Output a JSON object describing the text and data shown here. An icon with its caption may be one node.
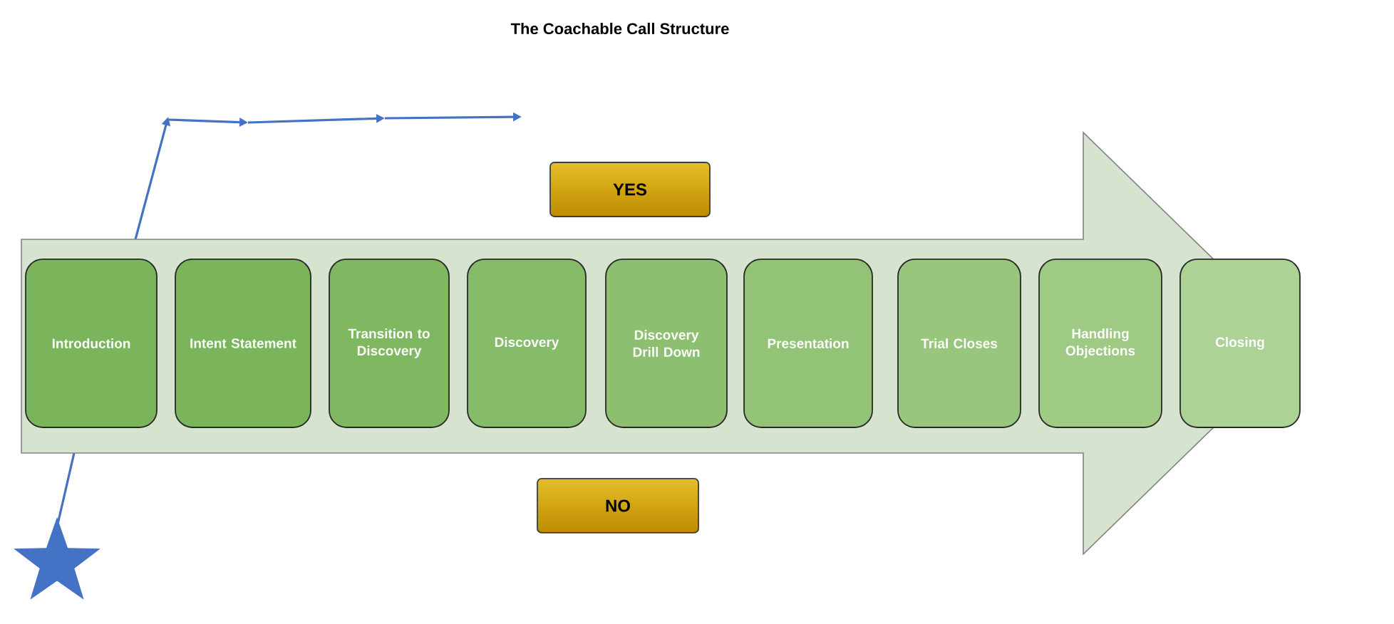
{
  "diagram": {
    "title": "The Coachable Call Structure",
    "nodes": [
      {
        "text": [],
        "shape": "arrow"
      },
      {
        "text": [
          "Introduction"
        ],
        "in": 0
      },
      {
        "text": [
          "Intent Statement"
        ],
        "in": 0
      },
      {
        "text": [
          "Transition to Discovery"
        ],
        "in": 0
      },
      {
        "text": [
          "Discovery"
        ],
        "in": 0
      },
      {
        "text": [
          "Discovery Drill Down"
        ],
        "in": 0
      },
      {
        "text": [
          "Presentation"
        ],
        "in": 0
      },
      {
        "text": [
          "Trial Closes"
        ],
        "in": 0
      },
      {
        "text": [
          "Handling Objections"
        ],
        "in": 0
      },
      {
        "text": [
          "Closing"
        ],
        "in": 0
      },
      {
        "text": [
          "YES"
        ]
      },
      {
        "text": [
          "NO"
        ]
      }
    ]
  }
}
